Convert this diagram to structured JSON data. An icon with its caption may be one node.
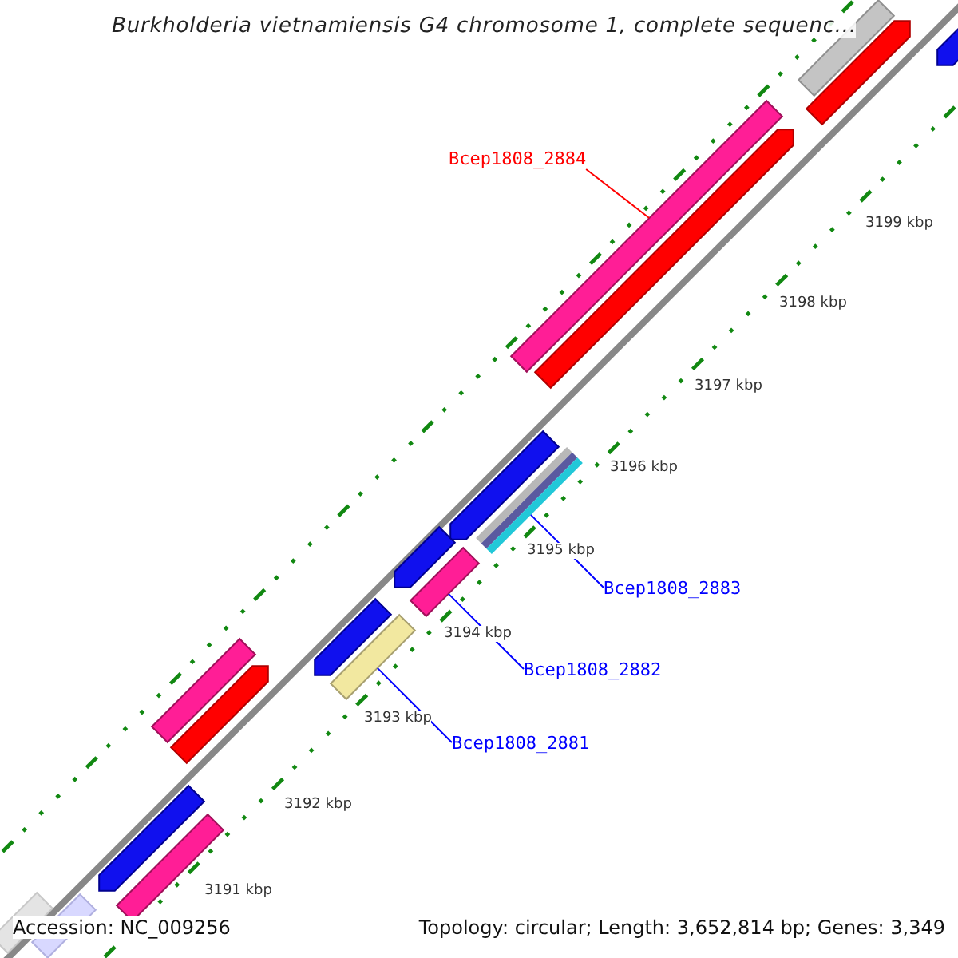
{
  "diagram": {
    "title": "Burkholderia vietnamiensis G4 chromosome 1, complete sequenc...",
    "nodes": [
      {
        "text": [
          "Bcep1808_2884"
        ]
      },
      {
        "text": [
          "Bcep1808_2883"
        ]
      },
      {
        "text": [
          "Bcep1808_2882"
        ]
      },
      {
        "text": [
          "Bcep1808_2881"
        ]
      },
      {
        "text": [],
        "shape": "bar"
      },
      {
        "text": [],
        "shape": "bar"
      },
      {
        "text": [],
        "shape": "bar"
      },
      {
        "text": [],
        "shape": "bar"
      }
    ],
    "edges": [
      {
        "from": 0,
        "to": 4,
        "arrow": "none",
        "color": "#ff0000"
      },
      {
        "from": 1,
        "to": 5,
        "arrow": "none"
      },
      {
        "from": 2,
        "to": 6,
        "arrow": "none"
      },
      {
        "from": 3,
        "to": 7,
        "arrow": "none"
      }
    ],
    "labels": [
      "3199 kbp",
      "3198 kbp",
      "3197 kbp",
      "3196 kbp",
      "3195 kbp",
      "3194 kbp",
      "3193 kbp",
      "3192 kbp",
      "3191 kbp",
      "Accession: NC_009256",
      "Topology: circular; Length: 3,652,814 bp; Genes: 3,349"
    ]
  }
}
